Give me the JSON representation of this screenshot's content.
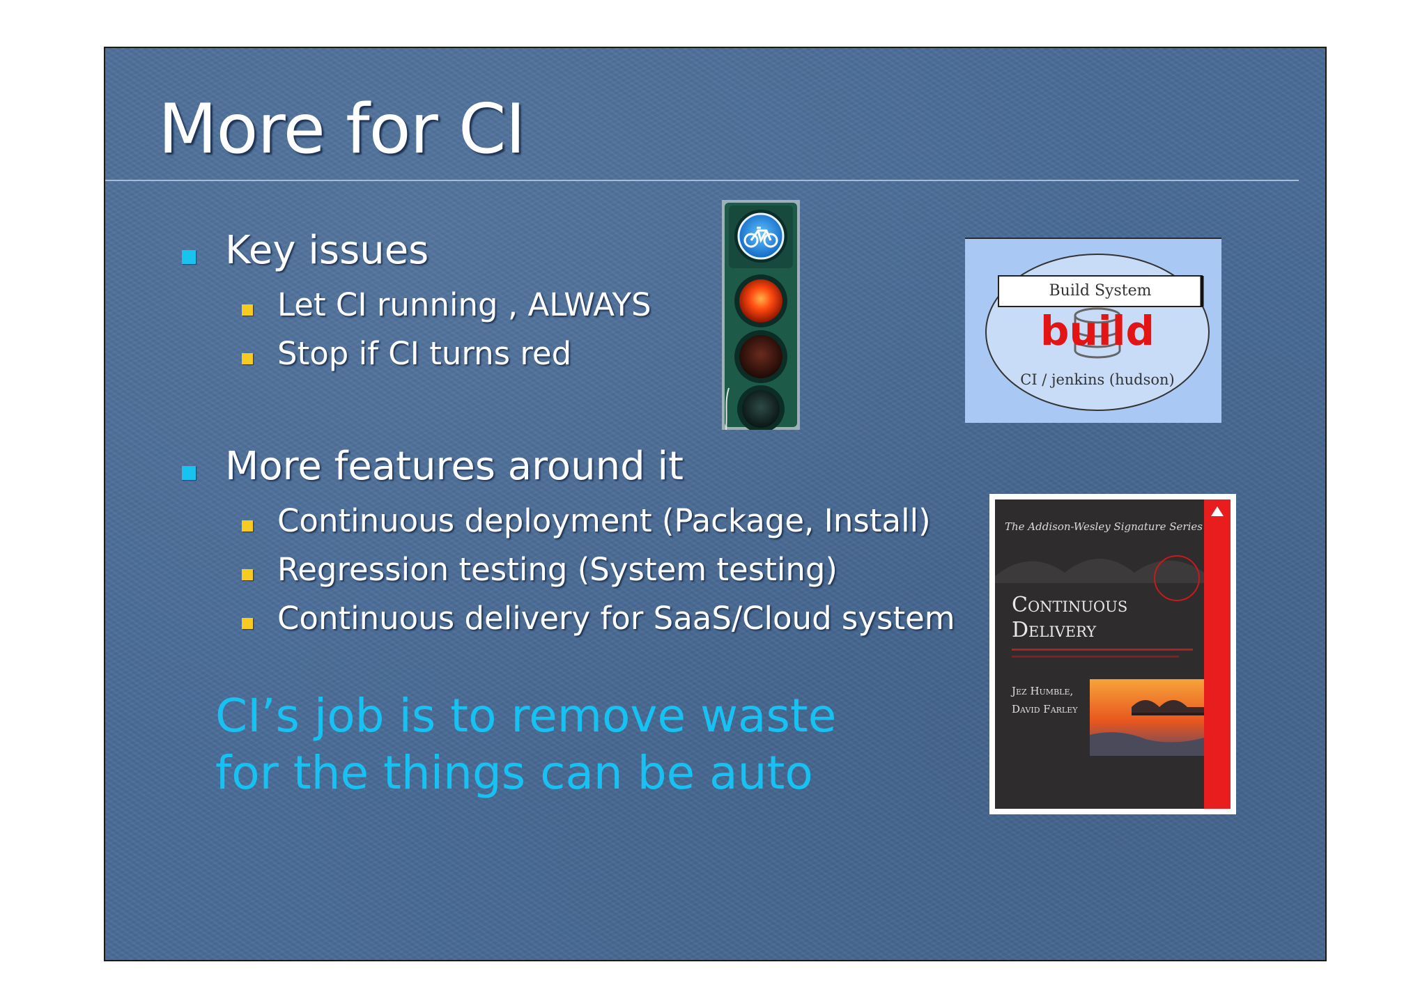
{
  "slide": {
    "title": "More for CI",
    "sections": [
      {
        "heading": "Key issues",
        "items": [
          "Let CI running , ALWAYS",
          "Stop if CI turns red"
        ]
      },
      {
        "heading": "More features around it",
        "items": [
          "Continuous deployment (Package, Install)",
          "Regression testing (System testing)",
          "Continuous delivery for SaaS/Cloud system"
        ]
      }
    ],
    "quote_lines": [
      "CI’s job is to remove waste",
      "for the things can be auto"
    ]
  },
  "build_image": {
    "top_label": "Build System",
    "center_label": "build",
    "bottom_label": "CI / jenkins (hudson)"
  },
  "book": {
    "series": "The Addison-Wesley Signature Series",
    "title_line1": "Continuous",
    "title_line2": "Delivery",
    "author1": "Jez Humble,",
    "author2": "David Farley"
  },
  "colors": {
    "slide_background": "#4a6d99",
    "level1_bullet": "#18c3f0",
    "level2_bullet": "#f5cc1f",
    "quote_text": "#17c2f2"
  }
}
